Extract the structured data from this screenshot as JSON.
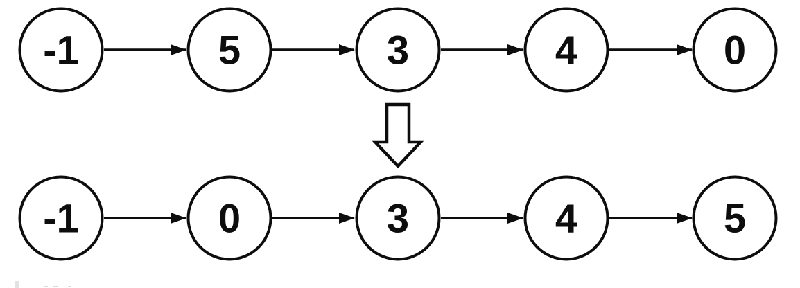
{
  "diagram": {
    "top_list": {
      "nodes": [
        "-1",
        "5",
        "3",
        "4",
        "0"
      ]
    },
    "bottom_list": {
      "nodes": [
        "-1",
        "0",
        "3",
        "4",
        "5"
      ]
    },
    "transform_icon": "down-block-arrow",
    "theme": {
      "background": "#ffffff",
      "stroke": "#0d0d0d",
      "node_fill": "#ffffff",
      "text_color": "#0d0d0d"
    }
  }
}
